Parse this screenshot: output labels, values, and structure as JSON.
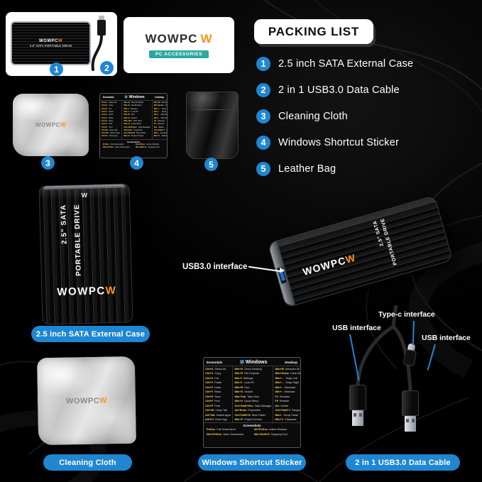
{
  "colors": {
    "accent_blue": "#1f86d2",
    "logo_orange": "#f7941d",
    "teal_tag": "#2ba8a2",
    "usb_blue": "#1b6fd6",
    "background": "#000000"
  },
  "branding": {
    "logo_text": "WOWPC",
    "logo_mark": "W",
    "box_tag": "PC ACCESSORIES",
    "drive_line1": "2.5\" SATA",
    "drive_line2": "PORTABLE DRIVE"
  },
  "packing_list": {
    "title": "PACKING LIST",
    "items": [
      {
        "num": "1",
        "label": "2.5 inch SATA External Case"
      },
      {
        "num": "2",
        "label": "2 in 1 USB3.0 Data Cable"
      },
      {
        "num": "3",
        "label": "Cleaning Cloth"
      },
      {
        "num": "4",
        "label": "Windows Shortcut Sticker"
      },
      {
        "num": "5",
        "label": "Leather Bag"
      }
    ]
  },
  "captions": {
    "case": "2.5 inch SATA External Case",
    "cloth": "Cleaning Cloth",
    "sticker": "Windows Shortcut Sticker",
    "cable": "2 in 1 USB3.0 Data Cable"
  },
  "callouts": {
    "usb3": "USB3.0 interface",
    "typec": "Type-c interface",
    "usb_left": "USB interface",
    "usb_right": "USB interface"
  },
  "sticker": {
    "headers": [
      "Essentials",
      "Windows",
      "Desktop"
    ],
    "windows_glyph": "⊞",
    "screenshots_header": "Screenshots",
    "col1": [
      {
        "k": "Ctrl+A",
        "d": "Select All"
      },
      {
        "k": "Ctrl+C",
        "d": "Copy"
      },
      {
        "k": "Ctrl+X",
        "d": "Cut"
      },
      {
        "k": "Ctrl+V",
        "d": "Paste"
      },
      {
        "k": "Ctrl+Z",
        "d": "Undo"
      },
      {
        "k": "Ctrl+Y",
        "d": "Redo"
      },
      {
        "k": "Ctrl+S",
        "d": "Save"
      },
      {
        "k": "Ctrl+F",
        "d": "Find"
      },
      {
        "k": "Ctrl+P",
        "d": "Print"
      },
      {
        "k": "Ctrl+W",
        "d": "Close Tab"
      },
      {
        "k": "Alt+Tab",
        "d": "Switch Apps"
      },
      {
        "k": "Alt+F4",
        "d": "Close App"
      }
    ],
    "col2": [
      {
        "k": "Win+D",
        "d": "Show Desktop"
      },
      {
        "k": "Win+E",
        "d": "File Explorer"
      },
      {
        "k": "Win+I",
        "d": "Settings"
      },
      {
        "k": "Win+L",
        "d": "Lock PC"
      },
      {
        "k": "Win+R",
        "d": "Run"
      },
      {
        "k": "Win+S",
        "d": "Search"
      },
      {
        "k": "Win+Tab",
        "d": "Task View"
      },
      {
        "k": "Win+X",
        "d": "Quick Menu"
      },
      {
        "k": "Ctrl+Shift+Esc",
        "d": "Task Manager"
      },
      {
        "k": "Alt+Enter",
        "d": "Properties"
      },
      {
        "k": "Ctrl+Shift+N",
        "d": "New Folder"
      },
      {
        "k": "Win+P",
        "d": "Project Screen"
      }
    ],
    "col3": [
      {
        "k": "Win+M",
        "d": "Minimize All"
      },
      {
        "k": "Win+Home",
        "d": "Clear All"
      },
      {
        "k": "Win+←",
        "d": "Snap Left"
      },
      {
        "k": "Win+→",
        "d": "Snap Right"
      },
      {
        "k": "Win+↑",
        "d": "Maximize"
      },
      {
        "k": "Win+↓",
        "d": "Minimize"
      },
      {
        "k": "F2",
        "d": "Rename"
      },
      {
        "k": "F5",
        "d": "Refresh"
      },
      {
        "k": "Del",
        "d": "Delete"
      },
      {
        "k": "Ctrl+Shift+T",
        "d": "Reopen Tab"
      },
      {
        "k": "Win+.",
        "d": "Emoji Panel"
      },
      {
        "k": "Win+V",
        "d": "Clipboard"
      }
    ],
    "shots": [
      {
        "k": "PrtScn",
        "d": "Full Screenshot"
      },
      {
        "k": "Alt+PrtScn",
        "d": "Active Window"
      },
      {
        "k": "Win+PrtScn",
        "d": "Save Screenshot"
      },
      {
        "k": "Win+Shift+S",
        "d": "Snipping Tool"
      }
    ]
  }
}
